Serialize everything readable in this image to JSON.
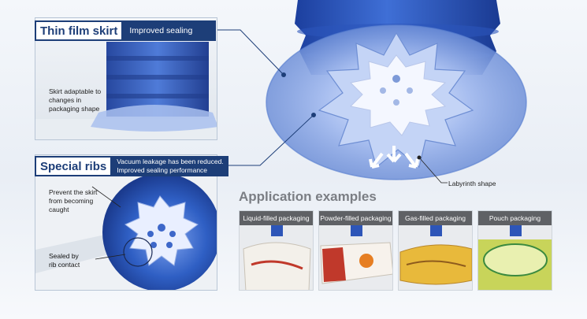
{
  "panels": {
    "thin_film": {
      "title": "Thin film skirt",
      "subtitle": "Improved sealing",
      "note": [
        "Skirt adaptable to",
        "changes in",
        "packaging shape"
      ]
    },
    "special_ribs": {
      "title": "Special ribs",
      "subtitle": [
        "Vacuum leakage has been reduced.",
        "Improved sealing performance"
      ],
      "note_prevent": [
        "Prevent the skirt",
        "from becoming",
        "caught"
      ],
      "note_sealed": [
        "Sealed by",
        "rib contact"
      ]
    }
  },
  "callout": {
    "labyrinth": "Labyrinth shape"
  },
  "applications": {
    "title": "Application examples",
    "items": [
      {
        "label": "Liquid-filled packaging"
      },
      {
        "label": "Powder-filled packaging"
      },
      {
        "label": "Gas-filled packaging"
      },
      {
        "label": "Pouch packaging"
      }
    ]
  },
  "colors": {
    "navy": "#1d3e78",
    "cup_blue": "#2f5fc4",
    "label_gray": "#5f6165",
    "heading_gray": "#7b7e84"
  }
}
